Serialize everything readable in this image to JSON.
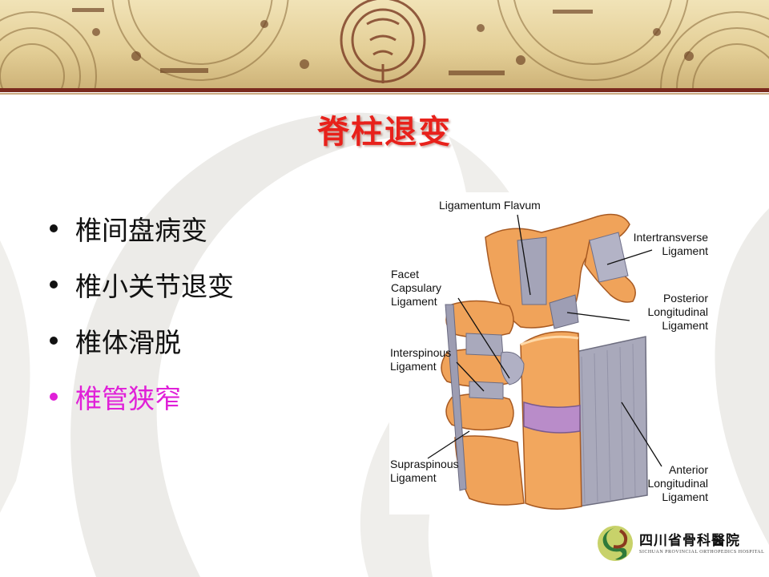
{
  "slide": {
    "title": "脊柱退变",
    "bullets": [
      {
        "text": "椎间盘病变",
        "highlight": false
      },
      {
        "text": "椎小关节退变",
        "highlight": false
      },
      {
        "text": "椎体滑脱",
        "highlight": false
      },
      {
        "text": "椎管狭窄",
        "highlight": true
      }
    ],
    "highlight_color": "#e020d8",
    "title_color": "#e8211b"
  },
  "figure": {
    "labels": {
      "ligamentum_flavum": "Ligamentum Flavum",
      "intertransverse_1": "Intertransverse",
      "intertransverse_2": "Ligament",
      "facet_1": "Facet",
      "facet_2": "Capsulary",
      "facet_3": "Ligament",
      "posterior_1": "Posterior",
      "posterior_2": "Longitudinal",
      "posterior_3": "Ligament",
      "interspinous_1": "Interspinous",
      "interspinous_2": "Ligament",
      "supraspinous_1": "Supraspinous",
      "supraspinous_2": "Ligament",
      "anterior_1": "Anterior",
      "anterior_2": "Longitudinal",
      "anterior_3": "Ligament"
    }
  },
  "logo": {
    "name": "四川省骨科醫院",
    "subtitle": "SICHUAN PROVINCIAL ORTHOPEDICS HOSPITAL"
  }
}
